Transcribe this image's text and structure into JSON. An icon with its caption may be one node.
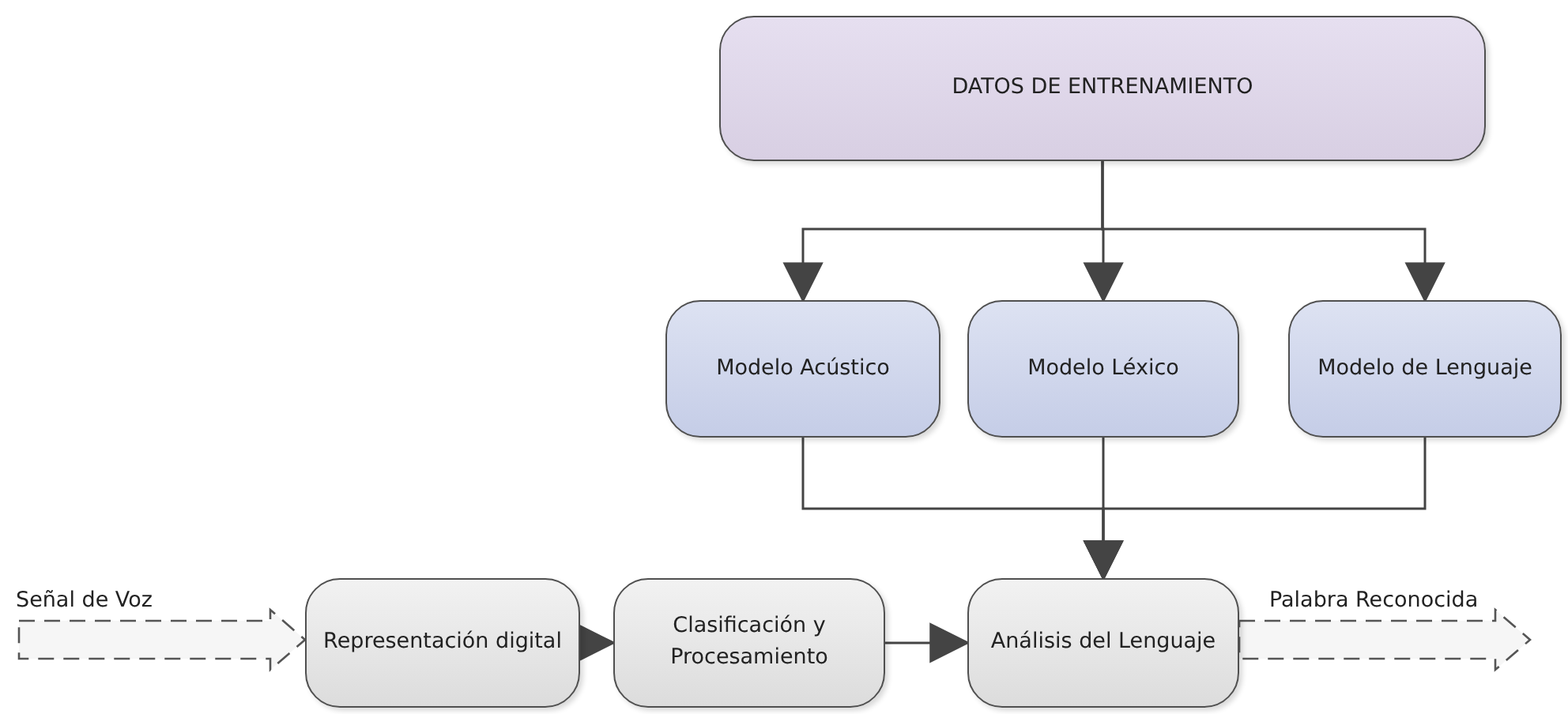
{
  "diagram": {
    "nodes": [
      {
        "text": [
          "DATOS DE ENTRENAMIENTO"
        ]
      },
      {
        "text": [
          "Modelo Acústico"
        ]
      },
      {
        "text": [
          "Modelo Léxico"
        ]
      },
      {
        "text": [
          "Modelo de Lenguaje"
        ]
      },
      {
        "text": [
          "Representación digital"
        ]
      },
      {
        "text": [
          "Clasificación y Procesamiento"
        ]
      },
      {
        "text": [
          "Análisis del Lenguaje"
        ]
      }
    ],
    "edges": [
      {
        "from": 0,
        "to": 1,
        "arrow": "to"
      },
      {
        "from": 0,
        "to": 2,
        "arrow": "to"
      },
      {
        "from": 0,
        "to": 3,
        "arrow": "to"
      },
      {
        "from": 1,
        "to": 6,
        "arrow": "to"
      },
      {
        "from": 2,
        "to": 6,
        "arrow": "to"
      },
      {
        "from": 3,
        "to": 6,
        "arrow": "to"
      },
      {
        "from": 4,
        "to": 5,
        "arrow": "to"
      },
      {
        "from": 5,
        "to": 6,
        "arrow": "to"
      },
      {
        "from": null,
        "to": 4,
        "arrow": "to",
        "label": "Señal de Voz",
        "style": "dashed"
      },
      {
        "from": 6,
        "to": null,
        "arrow": "to",
        "label": "Palabra Reconocida",
        "style": "dashed"
      }
    ]
  }
}
